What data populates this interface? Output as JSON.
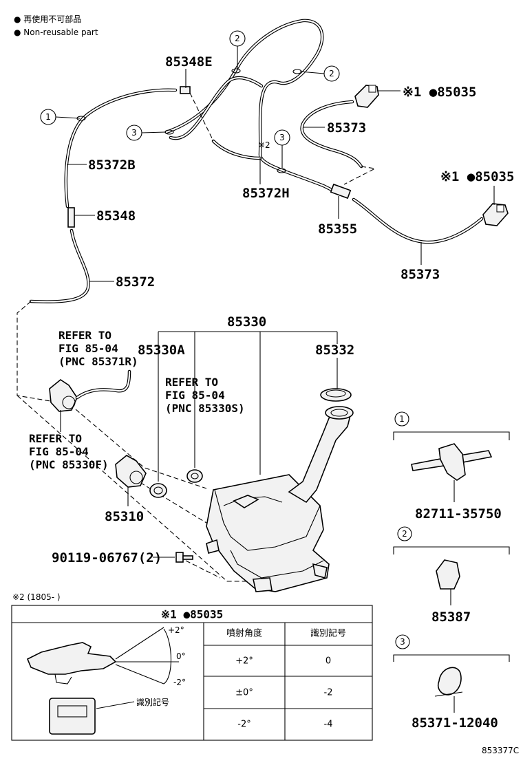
{
  "legend": {
    "line1": "● 再使用不可部品",
    "line2": "● Non-reusable part"
  },
  "parts": {
    "p85348E": "85348E",
    "p85372B": "85372B",
    "p85348": "85348",
    "p85372": "85372",
    "p85372H": "85372H",
    "p85355": "85355",
    "p85373_top": "85373",
    "p85373_bot": "85373",
    "p85035_top": "※1 ●85035",
    "p85035_right": "※1 ●85035",
    "star2": "※2",
    "p85330": "85330",
    "p85330A": "85330A",
    "p85332": "85332",
    "p85310": "85310",
    "bolt": "90119-06767(2)",
    "code": "853377C"
  },
  "refs": {
    "ref1": [
      "REFER TO",
      "FIG 85-04",
      "(PNC 85371R)"
    ],
    "ref2": [
      "REFER TO",
      "FIG 85-04",
      "(PNC 85330S)"
    ],
    "ref3": [
      "REFER TO",
      "FIG 85-04",
      "(PNC 85330F)"
    ]
  },
  "callouts": [
    "1",
    "2",
    "3"
  ],
  "detail_panels": [
    {
      "num": "1",
      "part": "82711-35750"
    },
    {
      "num": "2",
      "part": "85387"
    },
    {
      "num": "3",
      "part": "85371-12040"
    }
  ],
  "note": {
    "range": "※2 (1805-      )",
    "title": "※1 ●85035",
    "angle_top": "+2°",
    "angle_mid": "0°",
    "angle_bot": "-2°",
    "id_label": "識別記号",
    "headers": [
      "噴射角度",
      "識別記号"
    ],
    "rows": [
      [
        "+2°",
        "0"
      ],
      [
        "±0°",
        "-2"
      ],
      [
        "-2°",
        "-4"
      ]
    ]
  }
}
